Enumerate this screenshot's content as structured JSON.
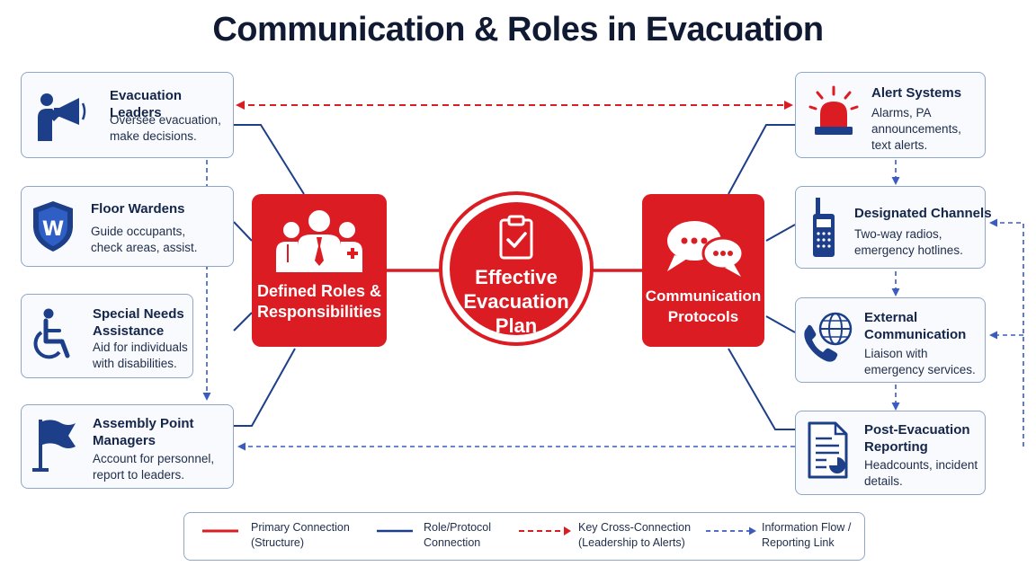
{
  "title": "Communication & Roles in Evacuation",
  "center": {
    "lines": [
      "Effective",
      "Evacuation",
      "Plan"
    ],
    "icon": "clipboard-check-icon"
  },
  "roles_hub": {
    "lines": [
      "Defined Roles &",
      "Responsibilities"
    ],
    "icon": "team-icon"
  },
  "comm_hub": {
    "lines": [
      "Communication",
      "Protocols"
    ],
    "icon": "chat-bubbles-icon"
  },
  "roles": [
    {
      "head": "Evacuation Leaders",
      "body": "Oversee evacuation, make decisions.",
      "icon": "megaphone-icon"
    },
    {
      "head": "Floor Wardens",
      "body": "Guide occupants, check areas, assist.",
      "icon": "shield-icon",
      "badge": "W"
    },
    {
      "head": "Special Needs Assistance",
      "body": "Aid for individuals with disabilities.",
      "icon": "wheelchair-icon"
    },
    {
      "head": "Assembly Point Managers",
      "body": "Account for personnel, report to leaders.",
      "icon": "flag-icon"
    }
  ],
  "protocols": [
    {
      "head": "Alert Systems",
      "body": "Alarms, PA announcements, text alerts.",
      "icon": "siren-icon"
    },
    {
      "head": "Designated Channels",
      "body": "Two-way radios, emergency hotlines.",
      "icon": "radio-icon"
    },
    {
      "head": "External Communication",
      "body": "Liaison with emergency services.",
      "icon": "phone-globe-icon"
    },
    {
      "head": "Post-Evacuation Reporting",
      "body": "Headcounts, incident details.",
      "icon": "report-icon"
    }
  ],
  "legend": [
    {
      "line1": "Primary Connection",
      "line2": "(Structure)"
    },
    {
      "line1": "Role/Protocol",
      "line2": "Connection"
    },
    {
      "line1": "Key Cross-Connection",
      "line2": "(Leadership to Alerts)"
    },
    {
      "line1": "Information Flow /",
      "line2": "Reporting Link"
    }
  ],
  "colors": {
    "red": "#dc1c23",
    "navy": "#1d3f8a",
    "blue_dash": "#3a5bbf",
    "card_border": "#8fa6c6"
  }
}
